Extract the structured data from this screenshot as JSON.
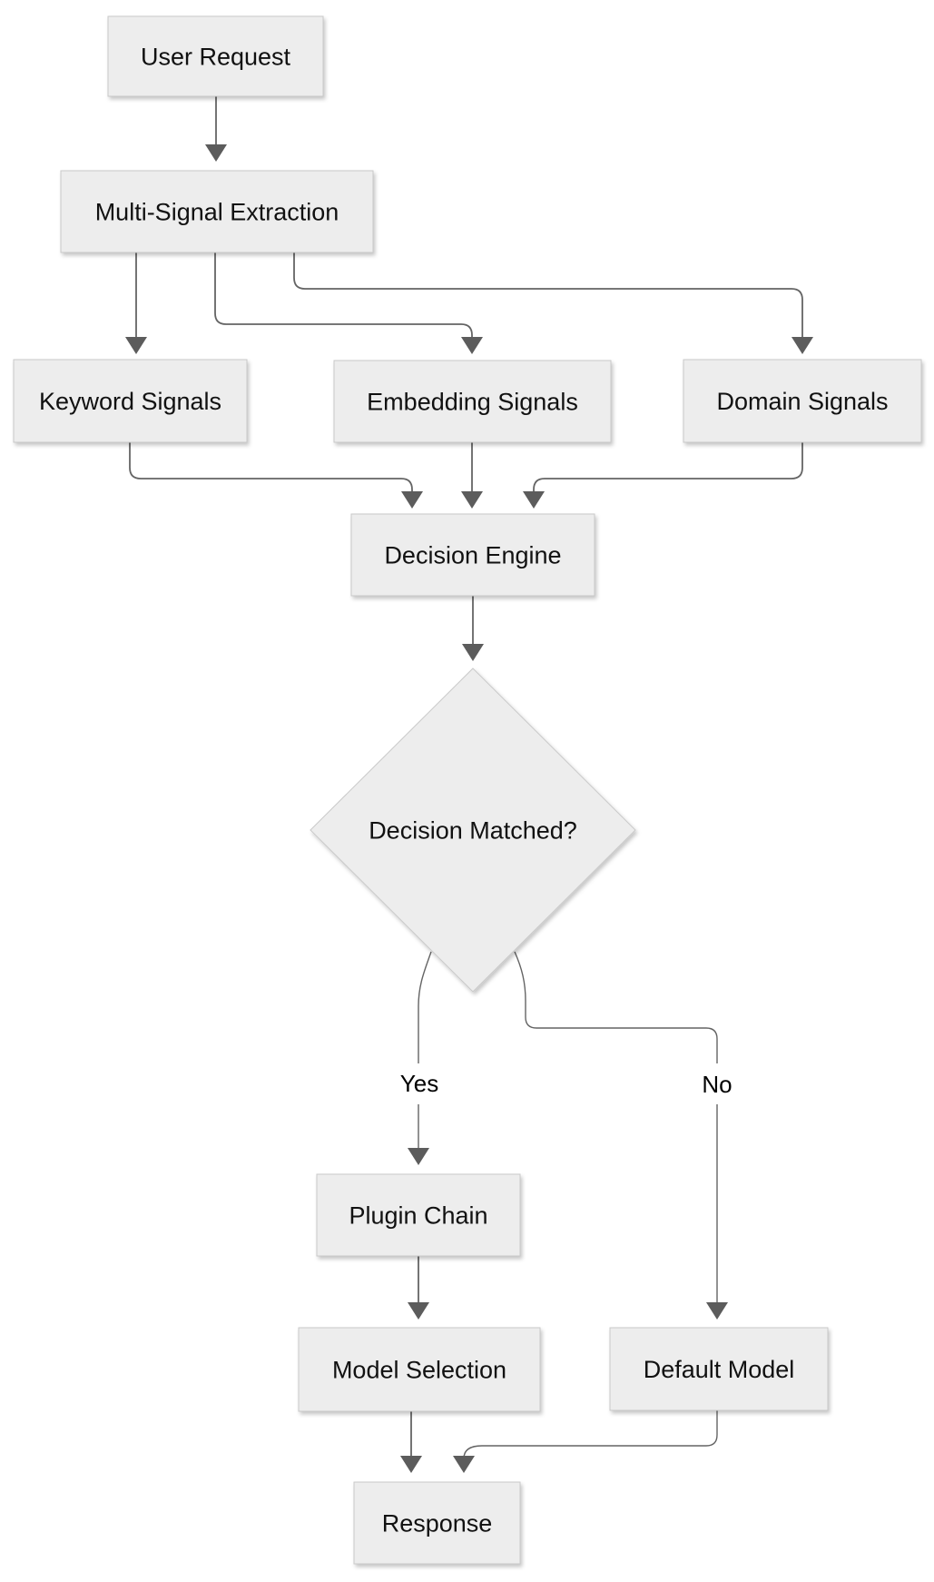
{
  "diagram": {
    "type": "flowchart",
    "direction": "top-down",
    "nodes": [
      {
        "id": "user_request",
        "label": "User Request",
        "shape": "rect"
      },
      {
        "id": "multi_signal_extraction",
        "label": "Multi-Signal Extraction",
        "shape": "rect"
      },
      {
        "id": "keyword_signals",
        "label": "Keyword Signals",
        "shape": "rect"
      },
      {
        "id": "embedding_signals",
        "label": "Embedding Signals",
        "shape": "rect"
      },
      {
        "id": "domain_signals",
        "label": "Domain Signals",
        "shape": "rect"
      },
      {
        "id": "decision_engine",
        "label": "Decision Engine",
        "shape": "rect"
      },
      {
        "id": "decision_matched",
        "label": "Decision Matched?",
        "shape": "diamond"
      },
      {
        "id": "plugin_chain",
        "label": "Plugin Chain",
        "shape": "rect"
      },
      {
        "id": "model_selection",
        "label": "Model Selection",
        "shape": "rect"
      },
      {
        "id": "default_model",
        "label": "Default Model",
        "shape": "rect"
      },
      {
        "id": "response",
        "label": "Response",
        "shape": "rect"
      }
    ],
    "edges": [
      {
        "from": "user_request",
        "to": "multi_signal_extraction",
        "label": ""
      },
      {
        "from": "multi_signal_extraction",
        "to": "keyword_signals",
        "label": ""
      },
      {
        "from": "multi_signal_extraction",
        "to": "embedding_signals",
        "label": ""
      },
      {
        "from": "multi_signal_extraction",
        "to": "domain_signals",
        "label": ""
      },
      {
        "from": "keyword_signals",
        "to": "decision_engine",
        "label": ""
      },
      {
        "from": "embedding_signals",
        "to": "decision_engine",
        "label": ""
      },
      {
        "from": "domain_signals",
        "to": "decision_engine",
        "label": ""
      },
      {
        "from": "decision_engine",
        "to": "decision_matched",
        "label": ""
      },
      {
        "from": "decision_matched",
        "to": "plugin_chain",
        "label": "Yes"
      },
      {
        "from": "decision_matched",
        "to": "default_model",
        "label": "No"
      },
      {
        "from": "plugin_chain",
        "to": "model_selection",
        "label": ""
      },
      {
        "from": "model_selection",
        "to": "response",
        "label": ""
      },
      {
        "from": "default_model",
        "to": "response",
        "label": ""
      }
    ],
    "edge_labels": {
      "yes": "Yes",
      "no": "No"
    }
  },
  "colors": {
    "node_fill": "#ededed",
    "node_stroke": "#c9c9c9",
    "edge_line": "#646464",
    "arrow_fill": "#5c5c5c",
    "text": "#111111",
    "edge_label_text": "#000000",
    "background": "#ffffff"
  }
}
